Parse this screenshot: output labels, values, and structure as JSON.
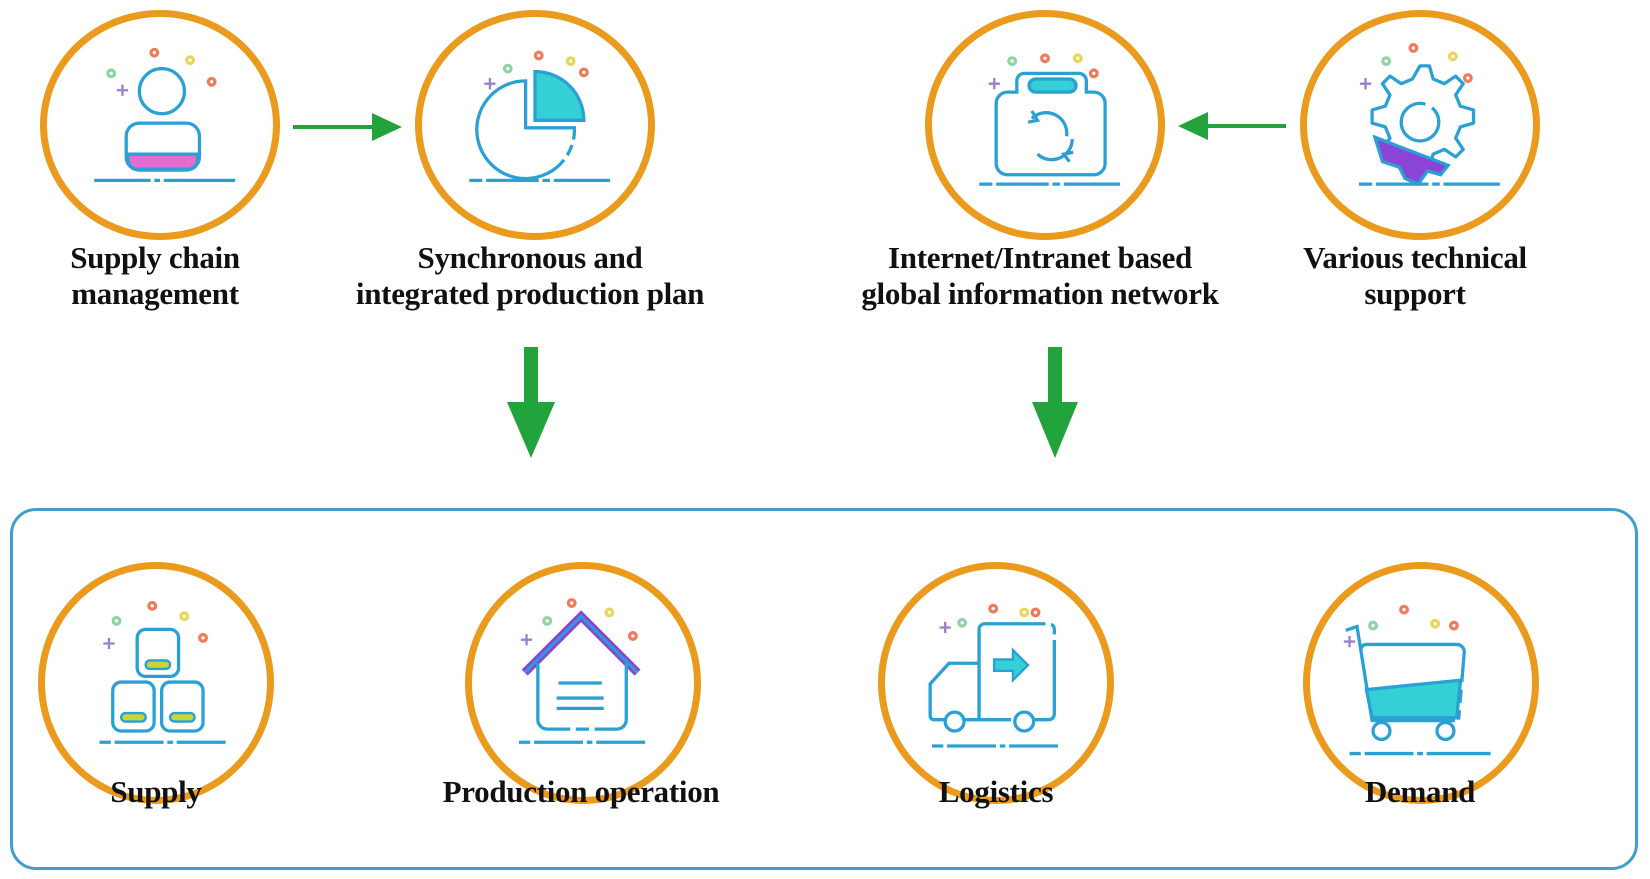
{
  "colors": {
    "ring": "#ea9a1c",
    "icon_stroke": "#2aa0d4",
    "arrow": "#22a33c",
    "frame": "#3e9fd0",
    "accent_pink": "#e86ccf",
    "accent_teal": "#35cfd6",
    "accent_purple": "#8b44d6",
    "accent_yellow": "#c9d43a"
  },
  "top_row": [
    {
      "id": "supply-chain-management",
      "label_line1": "Supply chain",
      "label_line2": "management",
      "icon": "person-icon"
    },
    {
      "id": "production-plan",
      "label_line1": "Synchronous and",
      "label_line2": "integrated production plan",
      "icon": "pie-chart-icon"
    },
    {
      "id": "information-network",
      "label_line1": "Internet/Intranet based",
      "label_line2": "global information network",
      "icon": "sync-bag-icon"
    },
    {
      "id": "technical-support",
      "label_line1": "Various technical",
      "label_line2": "support",
      "icon": "gear-icon"
    }
  ],
  "bottom_row": [
    {
      "id": "supply",
      "label": "Supply",
      "icon": "boxes-icon"
    },
    {
      "id": "production-operation",
      "label": "Production operation",
      "icon": "warehouse-icon"
    },
    {
      "id": "logistics",
      "label": "Logistics",
      "icon": "truck-icon"
    },
    {
      "id": "demand",
      "label": "Demand",
      "icon": "cart-icon"
    }
  ],
  "connections": [
    {
      "from": "supply-chain-management",
      "to": "production-plan",
      "direction": "right"
    },
    {
      "from": "technical-support",
      "to": "information-network",
      "direction": "left"
    },
    {
      "from": "production-plan",
      "to": "bottom-group",
      "direction": "down"
    },
    {
      "from": "information-network",
      "to": "bottom-group",
      "direction": "down"
    }
  ]
}
